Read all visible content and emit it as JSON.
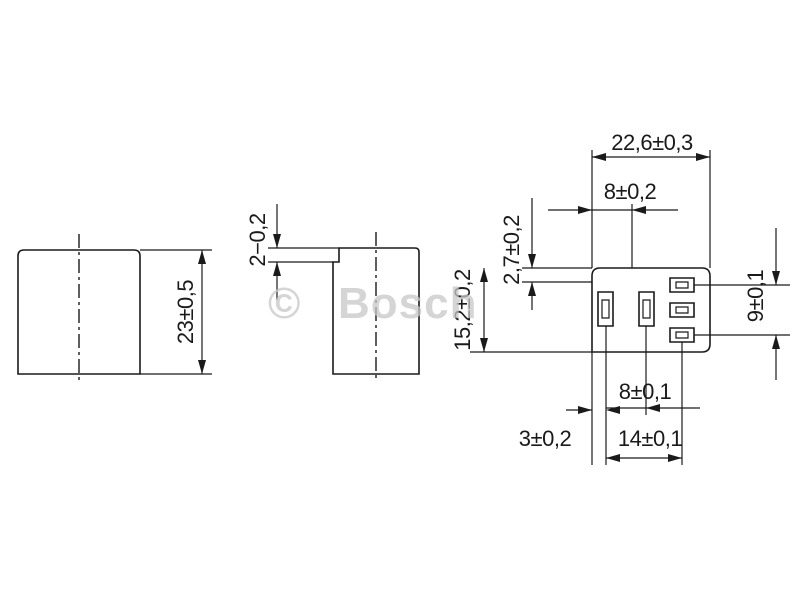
{
  "watermark": {
    "symbol": "©",
    "brand": "Bosch"
  },
  "dimensions": {
    "height": "23±0,5",
    "cap_gap": "2−0,2",
    "width_overall": "22,6±0,3",
    "width_inner": "8±0,2",
    "top_offset": "2,7±0,2",
    "body_height": "15,2±0,2",
    "pin_pitch_vertical": "9±0,1",
    "pin_pitch_horizontal": "8±0,1",
    "edge_offset": "3±0,2",
    "pin_span": "14±0,1"
  }
}
